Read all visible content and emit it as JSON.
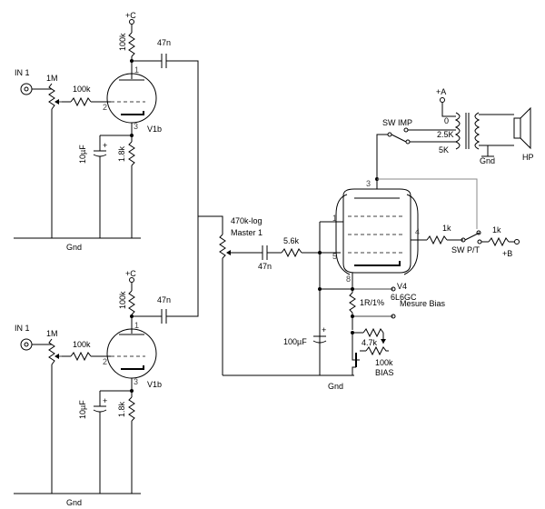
{
  "stage_top": {
    "rail": "+C",
    "plate_resistor": "100k",
    "coupling_cap": "47n",
    "input_label": "IN 1",
    "input_pot": "1M",
    "grid_resistor": "100k",
    "tube": "V1b",
    "pin_plate": "1",
    "pin_grid": "2",
    "pin_cathode": "3",
    "cathode_cap": "10µF",
    "cathode_resistor": "1.8k",
    "cap_polarity": "+",
    "ground": "Gnd"
  },
  "stage_bottom": {
    "rail": "+C",
    "plate_resistor": "100k",
    "coupling_cap": "47n",
    "input_label": "IN 1",
    "input_pot": "1M",
    "grid_resistor": "100k",
    "tube": "V1b",
    "pin_plate": "1",
    "pin_grid": "2",
    "pin_cathode": "3",
    "cathode_cap": "10µF",
    "cathode_resistor": "1.8k",
    "cap_polarity": "+",
    "ground": "Gnd"
  },
  "master": {
    "pot_value": "470k-log",
    "pot_name": "Master 1",
    "coupling_cap": "47n",
    "grid_stopper": "5.6k"
  },
  "power": {
    "tube": "V4",
    "tube_type": "6L6GC",
    "pin_1": "1",
    "pin_3": "3",
    "pin_4": "4",
    "pin_5": "5",
    "pin_8": "8",
    "bias_resistor": "1R/1%",
    "bias_measure": "Mesure Bias",
    "cap": "100µF",
    "cap_polarity": "+",
    "bias_fixed": "4.7k",
    "bias_pot": "100k",
    "bias_pot_label": "BIAS",
    "ground": "Gnd",
    "screen_res_1": "1k",
    "screen_res_2": "1k",
    "switch_pt": "SW P/T",
    "rail_b": "+B"
  },
  "output": {
    "rail_a": "+A",
    "switch_imp": "SW IMP",
    "tap_0": "0",
    "tap_2_5k": "2.5K",
    "tap_5k": "5K",
    "ground": "Gnd",
    "speaker": "HP"
  }
}
